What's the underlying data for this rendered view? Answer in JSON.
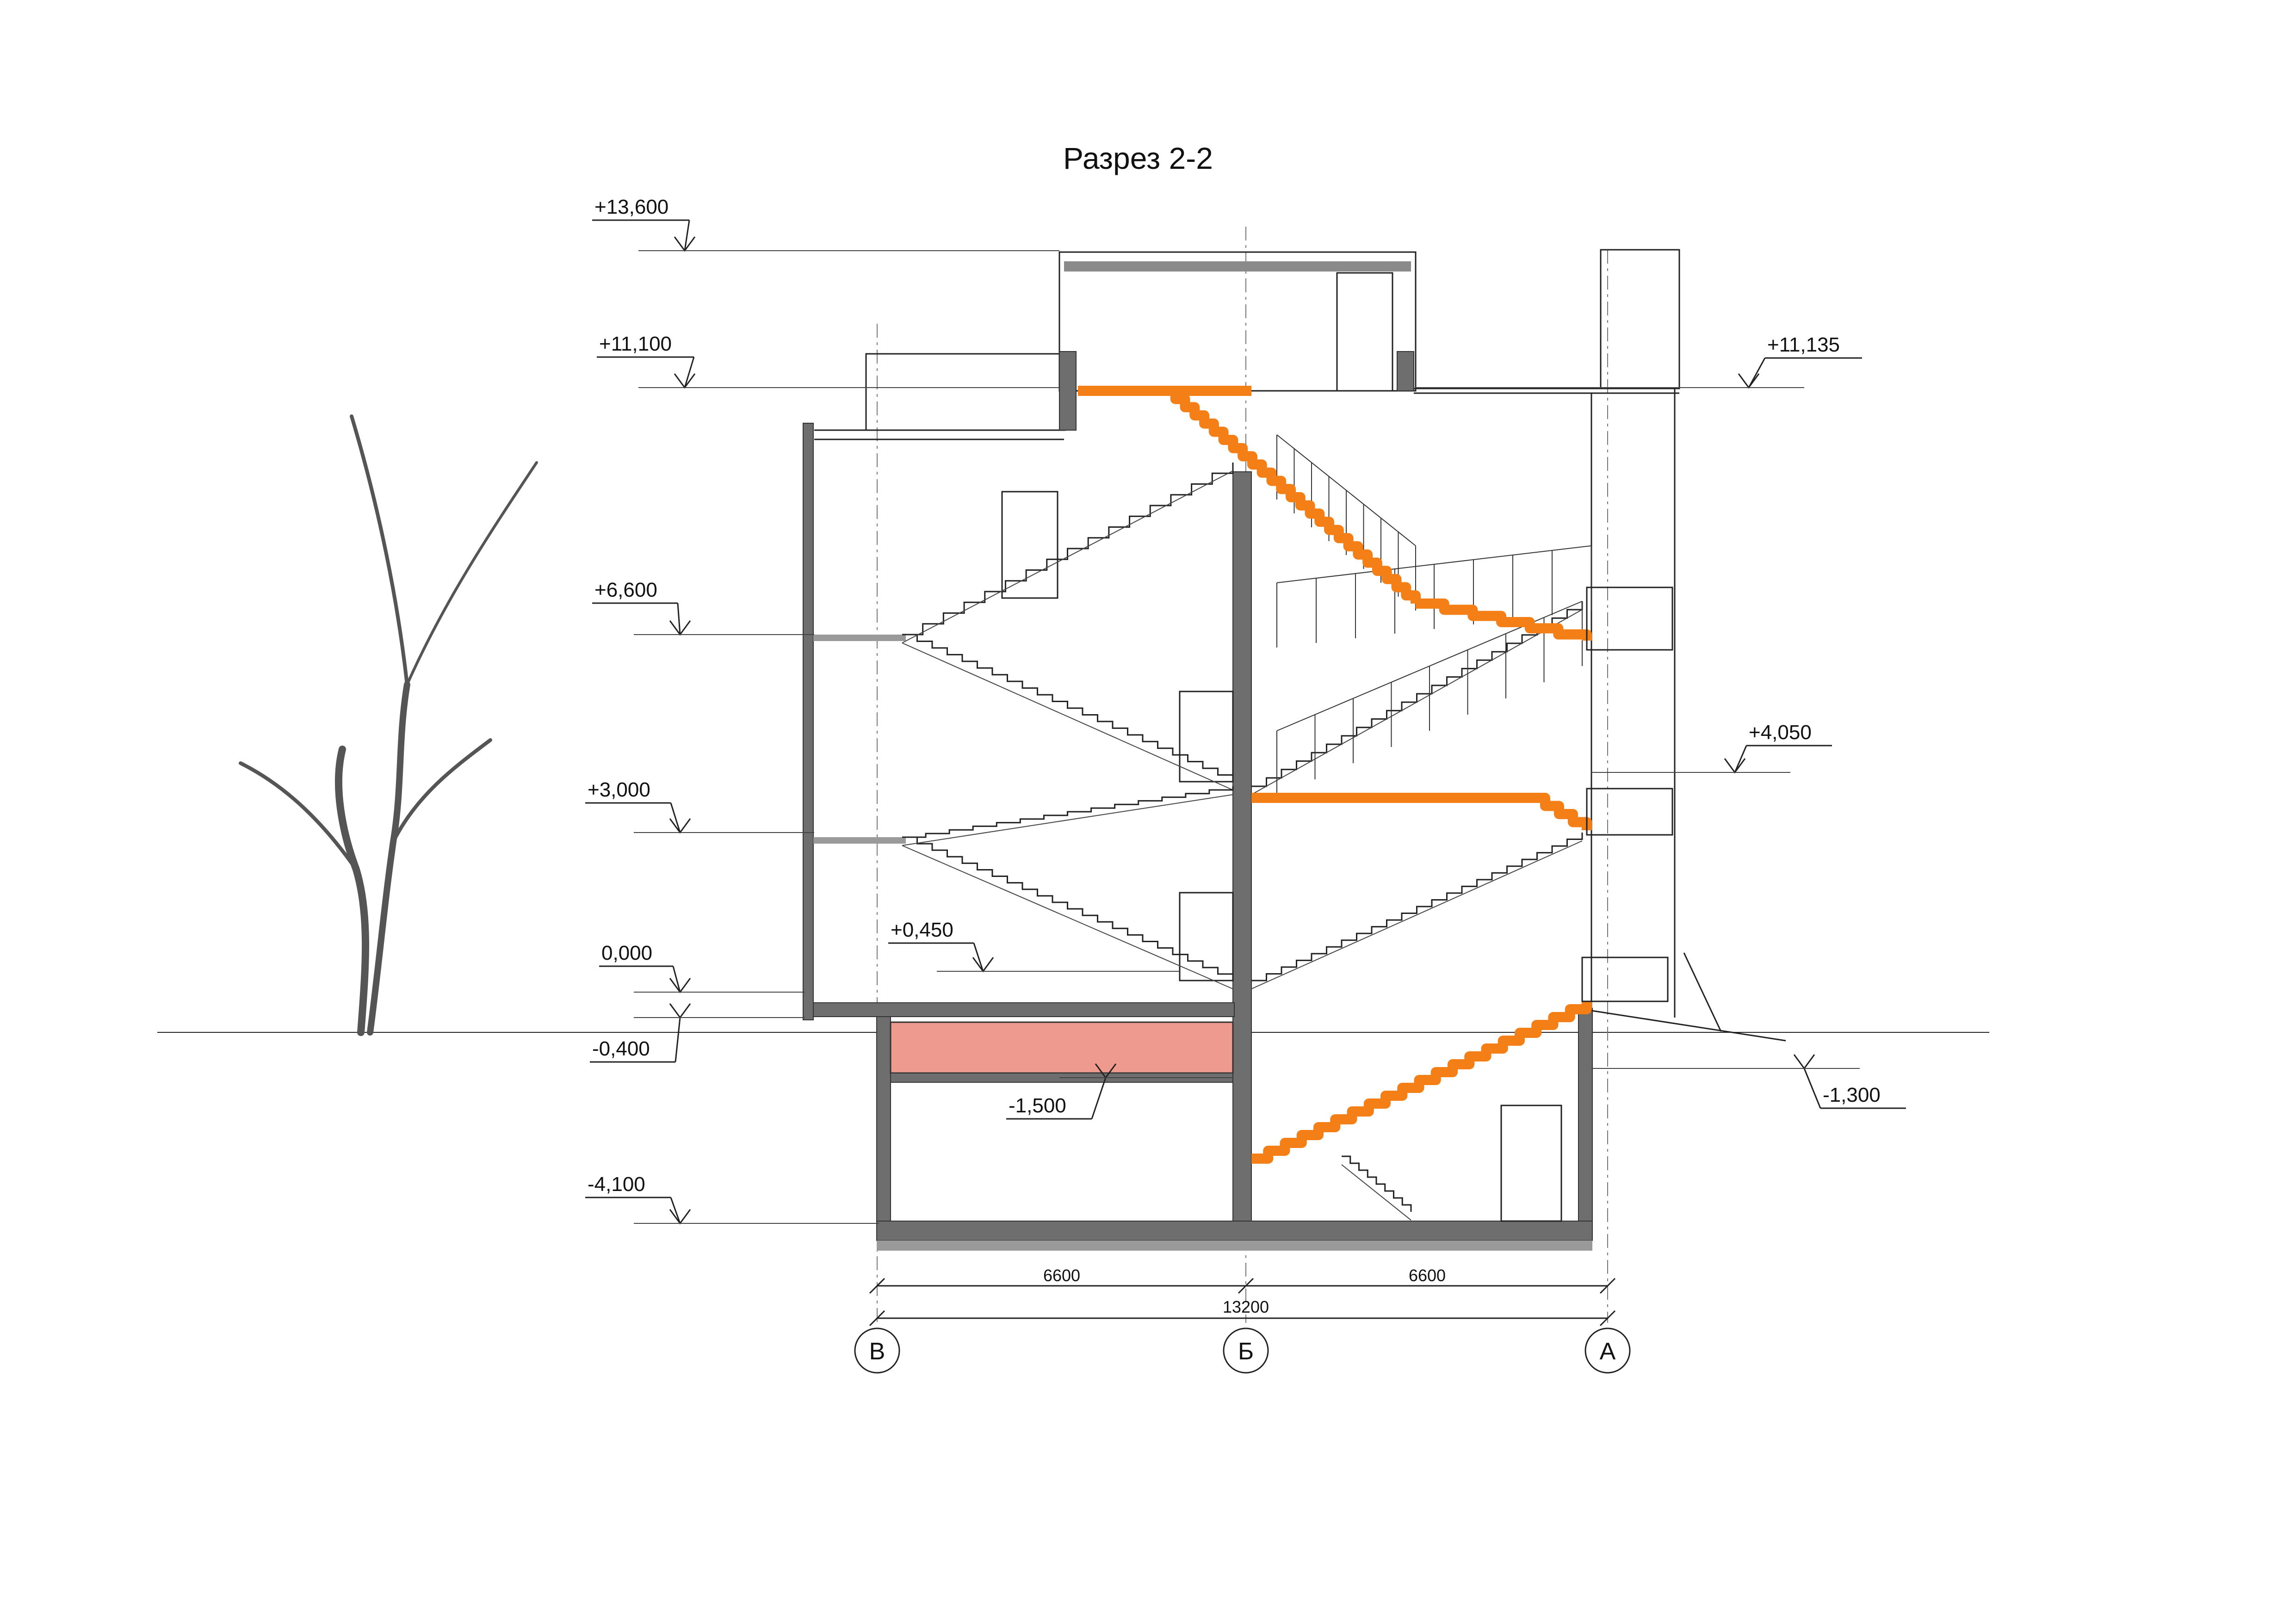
{
  "drawing": {
    "title": "Разрез 2-2"
  },
  "levels": {
    "roof_top": "+13,600",
    "roof_terrace": "+11,100",
    "roof_terrace_right": "+11,135",
    "floor_3": "+6,600",
    "landing_right": "+4,050",
    "floor_2": "+3,000",
    "intermediate": "+0,450",
    "ground": "0,000",
    "grade": "-0,400",
    "basement_ceiling": "-1,500",
    "entrance_right": "-1,300",
    "basement_floor": "-4,100"
  },
  "dimensions": {
    "span_left": "6600",
    "span_right": "6600",
    "total": "13200"
  },
  "axes": {
    "left": "В",
    "center": "Б",
    "right": "А"
  },
  "colors": {
    "stair_highlight": "#f57f17",
    "slab_highlight": "#ef9a8f",
    "wall_fill": "#6e6e6e"
  }
}
